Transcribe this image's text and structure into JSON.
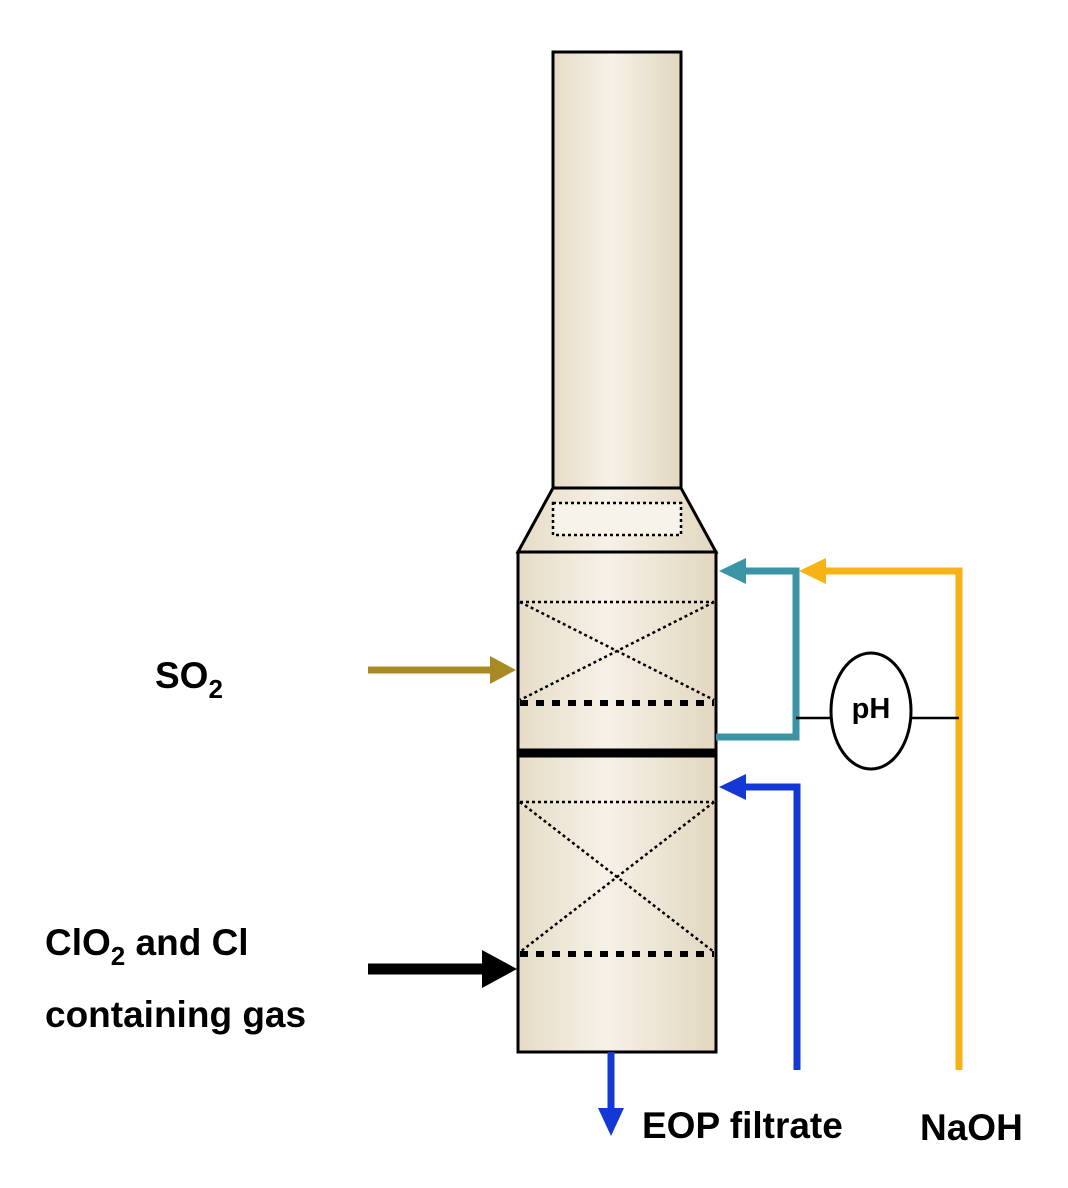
{
  "labels": {
    "so2_main": "SO",
    "so2_sub": "2",
    "clo2_main": "ClO",
    "clo2_sub": "2",
    "clo2_rest": " and Cl",
    "clo2_line2": "containing gas",
    "ph": "pH",
    "eop": "EOP filtrate",
    "naoh": "NaOH"
  },
  "colors": {
    "vessel_fill": "#ede4d3",
    "so2_line": "#a88a22",
    "gas_line": "#000000",
    "recirc_line": "#3b93a6",
    "eop_line": "#1438d4",
    "naoh_line": "#f5b315"
  }
}
